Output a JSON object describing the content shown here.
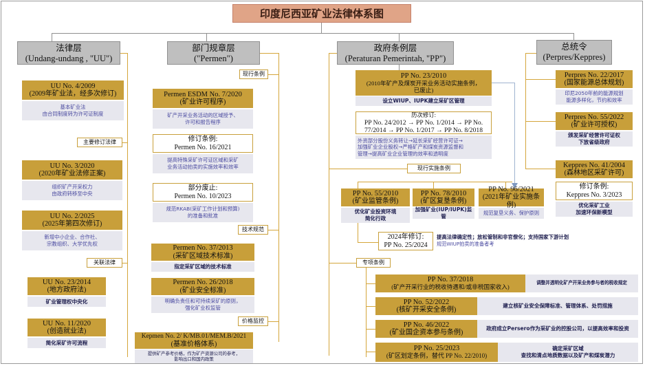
{
  "title": "印度尼西亚矿业法律体系图",
  "col1": {
    "header_line1": "法律层",
    "header_line2": "(Undang-undang , \"UU\")",
    "uu4_2009": {
      "num": "UU No. 4/2009",
      "sub": "(2009年矿业法，经多次修订)",
      "desc1": "基本矿业法",
      "desc2": "由合同制度转为许可证制度"
    },
    "tag_major": "主要修订法律",
    "uu3_2020": {
      "num": "UU No. 3/2020",
      "sub": "(2020年矿业法修正案)",
      "desc1": "组织矿产开采权力",
      "desc2": "由政府转移至中央"
    },
    "uu2_2025": {
      "num": "UU No. 2/2025",
      "sub": "(2025年第四次修订)",
      "desc1": "新增中小企业、合作社、",
      "desc2": "宗教组织、大学优先权"
    },
    "tag_related": "关联法律",
    "uu23_2014": {
      "num": "UU No. 23/2014",
      "sub": "(地方政府法)",
      "desc1": "矿业管理权中央化"
    },
    "uu11_2020": {
      "num": "UU No. 11/2020",
      "sub": "(创造就业法)",
      "desc1": "简化采矿许可流程"
    }
  },
  "col2": {
    "header_line1": "部门规章层",
    "header_line2": "(\"Permen\")",
    "tag_current": "现行条例",
    "esdm7": {
      "num": "Permen ESDM No. 7/2020",
      "sub": "(矿业许可程序)",
      "desc1": "矿产开采业务活动的区域授予、",
      "desc2": "许可和报告程序"
    },
    "rev16": {
      "l1": "修订条例:",
      "l2": "Permen No. 16/2021",
      "desc1": "提高特殊采矿许可证区域和采矿",
      "desc2": "业务活动拍卖的实施效率和效率"
    },
    "rev10": {
      "l1": "部分废止:",
      "l2": "Permen No. 10/2023",
      "desc1": "规范RKAB(采矿工作计划和预算)",
      "desc2": "的准备和批准"
    },
    "tag_tech": "技术规范",
    "p37": {
      "num": "Permen No. 37/2013",
      "sub": "(采矿区域技术标准)",
      "desc1": "指定采矿区域的技术标准"
    },
    "p26": {
      "num": "Permen No. 26/2018",
      "sub": "(矿业安全标准)",
      "desc1": "明确负责任和可持续采矿的原则，",
      "desc2": "强化矿业权监管"
    },
    "tag_price": "价格监控",
    "kep2": {
      "num": "Kepmen No. 2/ K/MB.01/MEM.B/2021",
      "sub": "(基准价格体系)",
      "desc1": "提供矿产参考价格，作为矿产资源公司的参考，",
      "desc2": "影响出口和国内政策"
    }
  },
  "col3": {
    "header_line1": "政府条例层",
    "header_line2": "(Peraturan Pemerintah, \"PP\")",
    "pp23": {
      "num": "PP No. 23/2010",
      "sub1": "(2010年矿产及煤炭开采业务活动实施条例，",
      "sub2": "已废止)",
      "desc1": "设立WIUP、IUPK建立采矿区管理"
    },
    "history": {
      "label": "历次修订:",
      "l1": "PP No. 24/2012 → PP No. 1/2014 → PP No.",
      "l2": "77/2014 → PP No. 1/2017 → PP No. 8/2018",
      "n1": "外资部分股份义务转让→延长采矿经营许可证→",
      "n2": "加强矿业企业股权→严格矿产和煤炭资源监督和",
      "n3": "管理→提高矿业企业管理的效率和透明度"
    },
    "tag_current": "现行实施条例",
    "pp55": {
      "num": "PP No. 55/2010",
      "sub": "(矿业监管条例)",
      "desc1": "优化矿业投资环境",
      "desc2": "简化行政"
    },
    "pp78": {
      "num": "PP No. 78/2010",
      "sub": "(矿区复垦条例)",
      "desc1": "加强矿业(IUP/IUPK)监管"
    },
    "pp96": {
      "num": "PP No. 96/2021",
      "sub": "(2021年矿业实施条例)",
      "desc1": "规范复垦义务、保护原则"
    },
    "pp25_2024": {
      "l1": "2024年修订:",
      "l2": "PP No. 25/2024",
      "n1": "提高法律确定性；放松管制和非官僚化；支持国家下游计划",
      "n2": "规范WIUP拍卖的准备者考"
    },
    "tag_special": "专项条例",
    "pp37": {
      "num": "PP No. 37/2018",
      "sub": "(矿产开采行业的税收待遇和/或非税国家收入)",
      "desc": "调整并透明化矿产开采业务参与者的税收规定"
    },
    "pp52": {
      "num": "PP No. 52/2022",
      "sub": "(核矿开采安全条例)",
      "desc": "建立核矿业安全保障标准、管理体系、处罚措施"
    },
    "pp46": {
      "num": "PP No. 46/2022",
      "sub": "(矿业国企资本参与条例)",
      "desc": "政府成立Persero作为采矿业的控股公司，以提高效率和投资"
    },
    "pp25_2023": {
      "num": "PP No. 25/2023",
      "sub": "(矿区划定条例，替代 PP No. 22/2010)",
      "desc1": "确定采矿区域",
      "desc2": "查找和清点地质数据以及矿产和煤炭潜力"
    }
  },
  "col4": {
    "header_line1": "总统令",
    "header_line2": "(Perpres/Keppres)",
    "pr22": {
      "num": "Perpres No. 22/2017",
      "sub": "(国家能源总体规划)",
      "desc1": "印尼2050年前的能源规划",
      "desc2": "能源多样化，节约和效率"
    },
    "pr55": {
      "num": "Perpres No. 55/2022",
      "sub": "(矿业许可授权)",
      "desc1": "颁发采矿经营许可证权",
      "desc2": "下放省级政府"
    },
    "kp41": {
      "num": "Keppres No. 41/2004",
      "sub": "(森林地区采矿许可)"
    },
    "kp3": {
      "l1": "修订条例:",
      "l2": "Keppres No. 3/2023",
      "desc1": "优化采矿工业",
      "desc2": "加速环保新模型"
    }
  }
}
